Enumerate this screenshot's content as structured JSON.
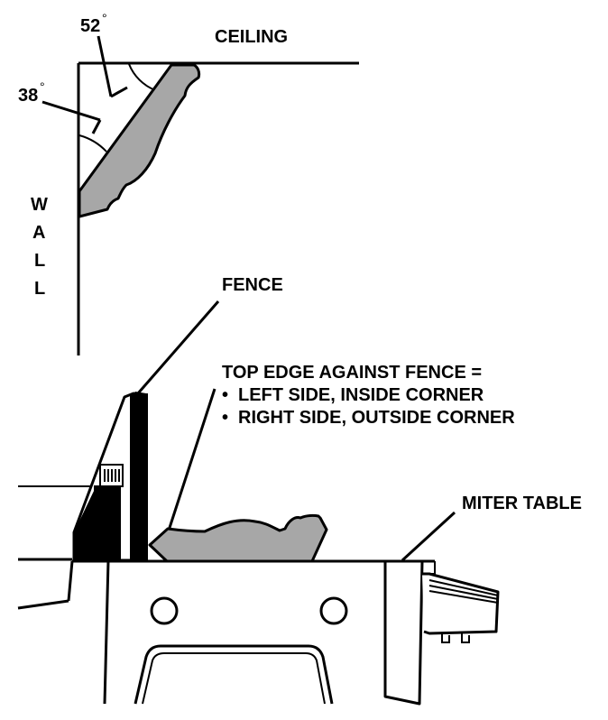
{
  "labels": {
    "angle_top": "52",
    "angle_side": "38",
    "degree_mark": "°",
    "ceiling": "CEILING",
    "wall_letters": [
      "W",
      "A",
      "L",
      "L"
    ],
    "fence": "FENCE",
    "note_title": "TOP EDGE AGAINST FENCE =",
    "note_items": [
      "LEFT SIDE, INSIDE CORNER",
      "RIGHT SIDE, OUTSIDE CORNER"
    ],
    "bullet": "•",
    "miter_table": "MITER TABLE"
  },
  "colors": {
    "ink": "#000000",
    "molding": "#a7a7a7",
    "paper": "#ffffff"
  }
}
